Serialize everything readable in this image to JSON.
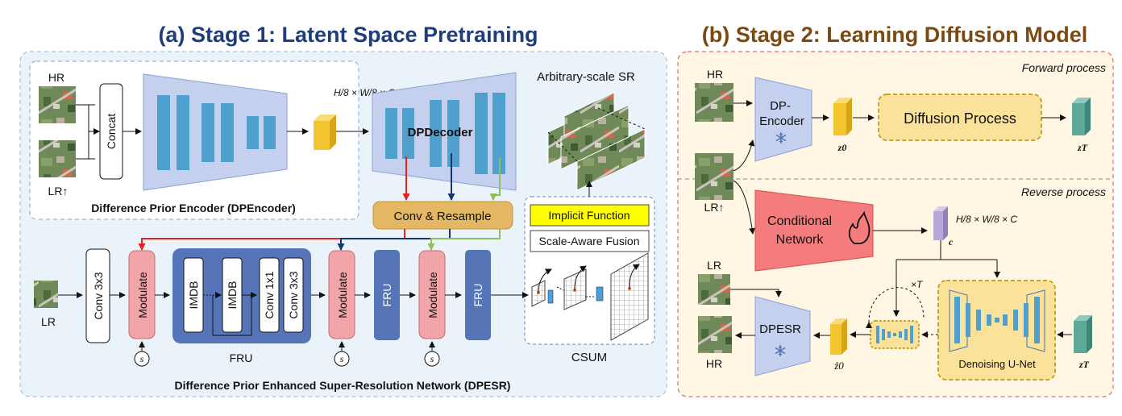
{
  "stage1": {
    "title": "(a) Stage 1: Latent Space Pretraining",
    "hr_label": "HR",
    "lr_up_label": "LR↑",
    "concat_label": "Concat",
    "latent_size_label": "H/8 × W/8 × C",
    "dpencoder_caption": "Difference Prior Encoder (DPEncoder)",
    "dpdecoder_label": "DPDecoder",
    "arbitrary_label": "Arbitrary-scale SR",
    "conv_resample_label": "Conv & Resample",
    "implicit_function_label": "Implicit Function",
    "scale_aware_fusion_label": "Scale-Aware Fusion",
    "lr_label": "LR",
    "conv3x3_label": "Conv 3x3",
    "modulate_label": "Modulate",
    "imdb_label": "IMDB",
    "conv1x1_label": "Conv 1x1",
    "fru_label": "FRU",
    "s_label": "s",
    "csum_label": "CSUM",
    "dpesr_caption": "Difference Prior Enhanced Super-Resolution Network (DPESR)"
  },
  "stage2": {
    "title": "(b) Stage 2: Learning Diffusion Model",
    "forward_label": "Forward process",
    "reverse_label": "Reverse process",
    "hr_label": "HR",
    "lr_up_label": "LR↑",
    "dp_encoder_line1": "DP-",
    "dp_encoder_line2": "Encoder",
    "z0_label": "z0",
    "diffusion_label": "Diffusion Process",
    "zt_label": "zT",
    "conditional_line1": "Conditional",
    "conditional_line2": "Network",
    "c_label": "c",
    "latent_size_label": "H/8 × W/8 × C",
    "lr_label": "LR",
    "times_t_label": "×T",
    "dpesr_label": "DPESR",
    "z0_hat_label": "ẑ0",
    "denoising_label": "Denoising U-Net",
    "hr_out_label": "HR",
    "zt2_label": "zT"
  },
  "colors": {
    "title_blue": "#1f3d7a",
    "title_brown": "#7a4a12",
    "stage1_bg": "#eaf3fa",
    "stage2_bg": "#fff6e4",
    "encoder_fill": "#c5cfee",
    "bar_blue": "#4f9fcf",
    "modulate_fill": "#f2a5a8",
    "fru_fill": "#5575b8",
    "conv_resample_fill": "#e4b764",
    "implicit_fill": "#ffff00",
    "conditional_fill": "#f47c7c",
    "latent_yellow": "#f2c531",
    "latent_teal": "#5ea89a",
    "latent_purple": "#b8a6d6"
  },
  "icons": [
    "snowflake-icon",
    "flame-icon",
    "satellite-image"
  ]
}
